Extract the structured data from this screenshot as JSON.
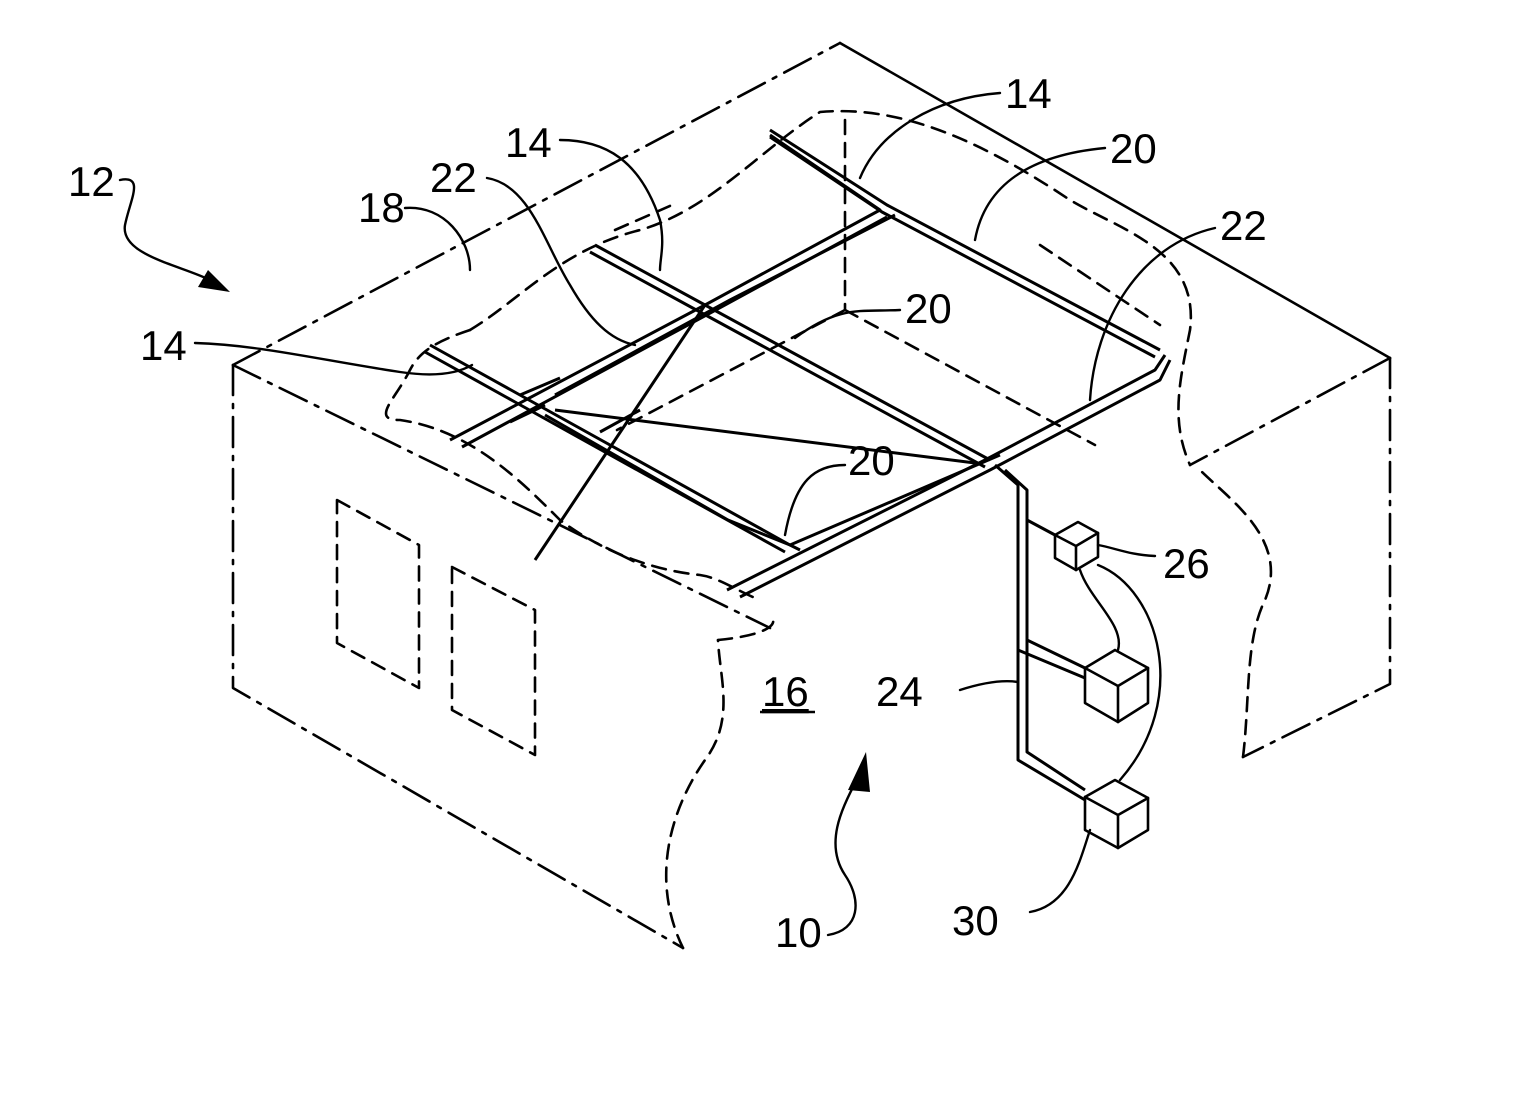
{
  "figure": {
    "labels": {
      "ref_10": "10",
      "ref_12": "12",
      "ref_14_top": "14",
      "ref_14_mid": "14",
      "ref_14_left": "14",
      "ref_16": "16",
      "ref_18": "18",
      "ref_20_top": "20",
      "ref_20_mid": "20",
      "ref_20_low": "20",
      "ref_22_left": "22",
      "ref_22_right": "22",
      "ref_24": "24",
      "ref_26": "26",
      "ref_30": "30"
    }
  }
}
